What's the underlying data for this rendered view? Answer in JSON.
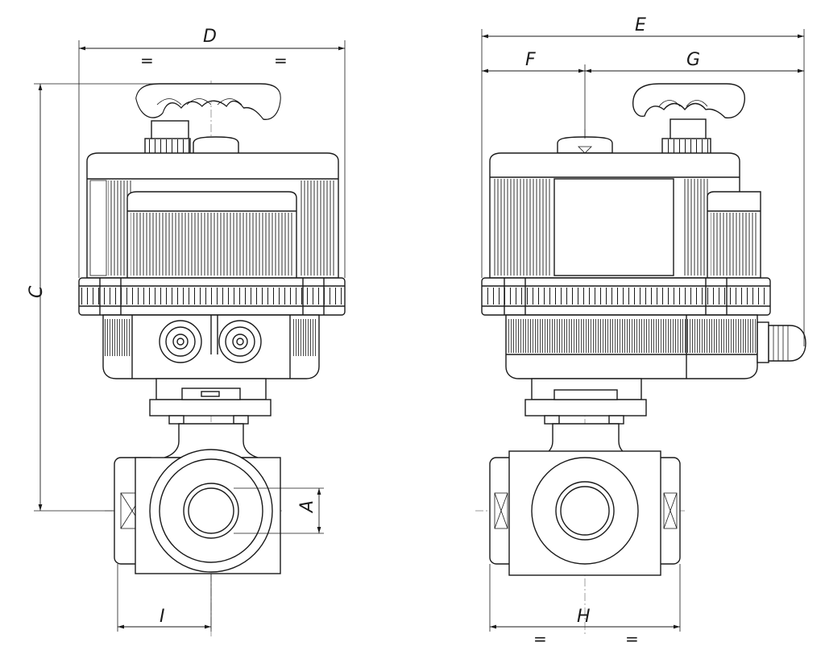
{
  "dimensions": {
    "A": "A",
    "C": "C",
    "D": "D",
    "E": "E",
    "F": "F",
    "G": "G",
    "H": "H",
    "I": "I",
    "equal": "="
  }
}
